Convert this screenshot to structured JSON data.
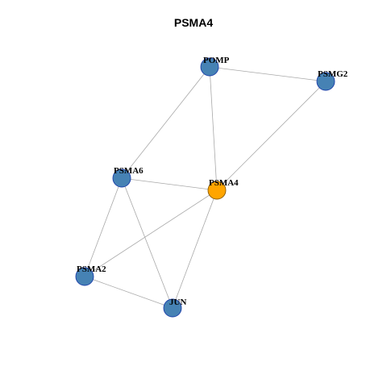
{
  "title": "PSMA4",
  "colors": {
    "edge": "#a9a9a9",
    "node_default": "#4682b4",
    "node_default_stroke": "#1c3faa",
    "node_focus": "#ffa500",
    "node_focus_stroke": "#8a5a00",
    "label": "#000000"
  },
  "nodes": [
    {
      "id": "POMP",
      "label": "POMP",
      "focus": false
    },
    {
      "id": "PSMG2",
      "label": "PSMG2",
      "focus": false
    },
    {
      "id": "PSMA6",
      "label": "PSMA6",
      "focus": false
    },
    {
      "id": "PSMA4",
      "label": "PSMA4",
      "focus": true
    },
    {
      "id": "PSMA2",
      "label": "PSMA2",
      "focus": false
    },
    {
      "id": "JUN",
      "label": "JUN",
      "focus": false
    }
  ],
  "edges": [
    [
      "POMP",
      "PSMG2"
    ],
    [
      "POMP",
      "PSMA6"
    ],
    [
      "POMP",
      "PSMA4"
    ],
    [
      "PSMG2",
      "PSMA4"
    ],
    [
      "PSMA6",
      "PSMA4"
    ],
    [
      "PSMA6",
      "PSMA2"
    ],
    [
      "PSMA6",
      "JUN"
    ],
    [
      "PSMA4",
      "PSMA2"
    ],
    [
      "PSMA4",
      "JUN"
    ],
    [
      "PSMA2",
      "JUN"
    ]
  ]
}
